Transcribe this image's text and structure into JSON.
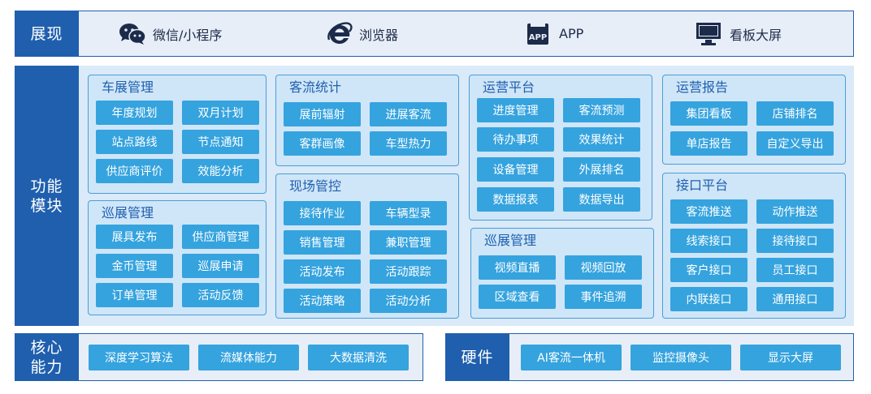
{
  "presentation": {
    "label": "展现",
    "items": [
      {
        "icon": "wechat-icon",
        "label": "微信/小程序"
      },
      {
        "icon": "browser-icon",
        "label": "浏览器"
      },
      {
        "icon": "app-icon",
        "label": "APP",
        "badge": "APP"
      },
      {
        "icon": "monitor-icon",
        "label": "看板大屏"
      }
    ]
  },
  "functions": {
    "label_line1": "功能",
    "label_line2": "模块",
    "groups": [
      {
        "title": "车展管理",
        "items": [
          "年度规划",
          "双月计划",
          "站点路线",
          "节点通知",
          "供应商评价",
          "效能分析"
        ]
      },
      {
        "title": "巡展管理",
        "items": [
          "展具发布",
          "供应商管理",
          "金币管理",
          "巡展申请",
          "订单管理",
          "活动反馈"
        ]
      },
      {
        "title": "客流统计",
        "items": [
          "展前辐射",
          "进展客流",
          "客群画像",
          "车型热力"
        ]
      },
      {
        "title": "现场管控",
        "items": [
          "接待作业",
          "车辆型录",
          "销售管理",
          "兼职管理",
          "活动发布",
          "活动跟踪",
          "活动策略",
          "活动分析"
        ]
      },
      {
        "title": "运营平台",
        "items": [
          "进度管理",
          "客流预测",
          "待办事项",
          "效果统计",
          "设备管理",
          "外展排名",
          "数据报表",
          "数据导出"
        ]
      },
      {
        "title": "巡展管理",
        "items": [
          "视频直播",
          "视频回放",
          "区域查看",
          "事件追溯"
        ]
      },
      {
        "title": "运营报告",
        "items": [
          "集团看板",
          "店铺排名",
          "单店报告",
          "自定义导出"
        ]
      },
      {
        "title": "接口平台",
        "items": [
          "客流推送",
          "动作推送",
          "线索接口",
          "接待接口",
          "客户接口",
          "员工接口",
          "内联接口",
          "通用接口"
        ]
      }
    ]
  },
  "core": {
    "label_line1": "核心",
    "label_line2": "能力",
    "items": [
      "深度学习算法",
      "流媒体能力",
      "大数据清洗"
    ]
  },
  "hardware": {
    "label": "硬件",
    "items": [
      "AI客流一体机",
      "监控摄像头",
      "显示大屏"
    ]
  },
  "colors": {
    "label_bg": "#1f5fae",
    "band_bg": "#e8eef7",
    "func_band_bg": "#daeaf8",
    "group_bg": "#cfe6f8",
    "group_border": "#4a9ed8",
    "cell_bg": "#35a3de",
    "title_text": "#1f5fae"
  }
}
